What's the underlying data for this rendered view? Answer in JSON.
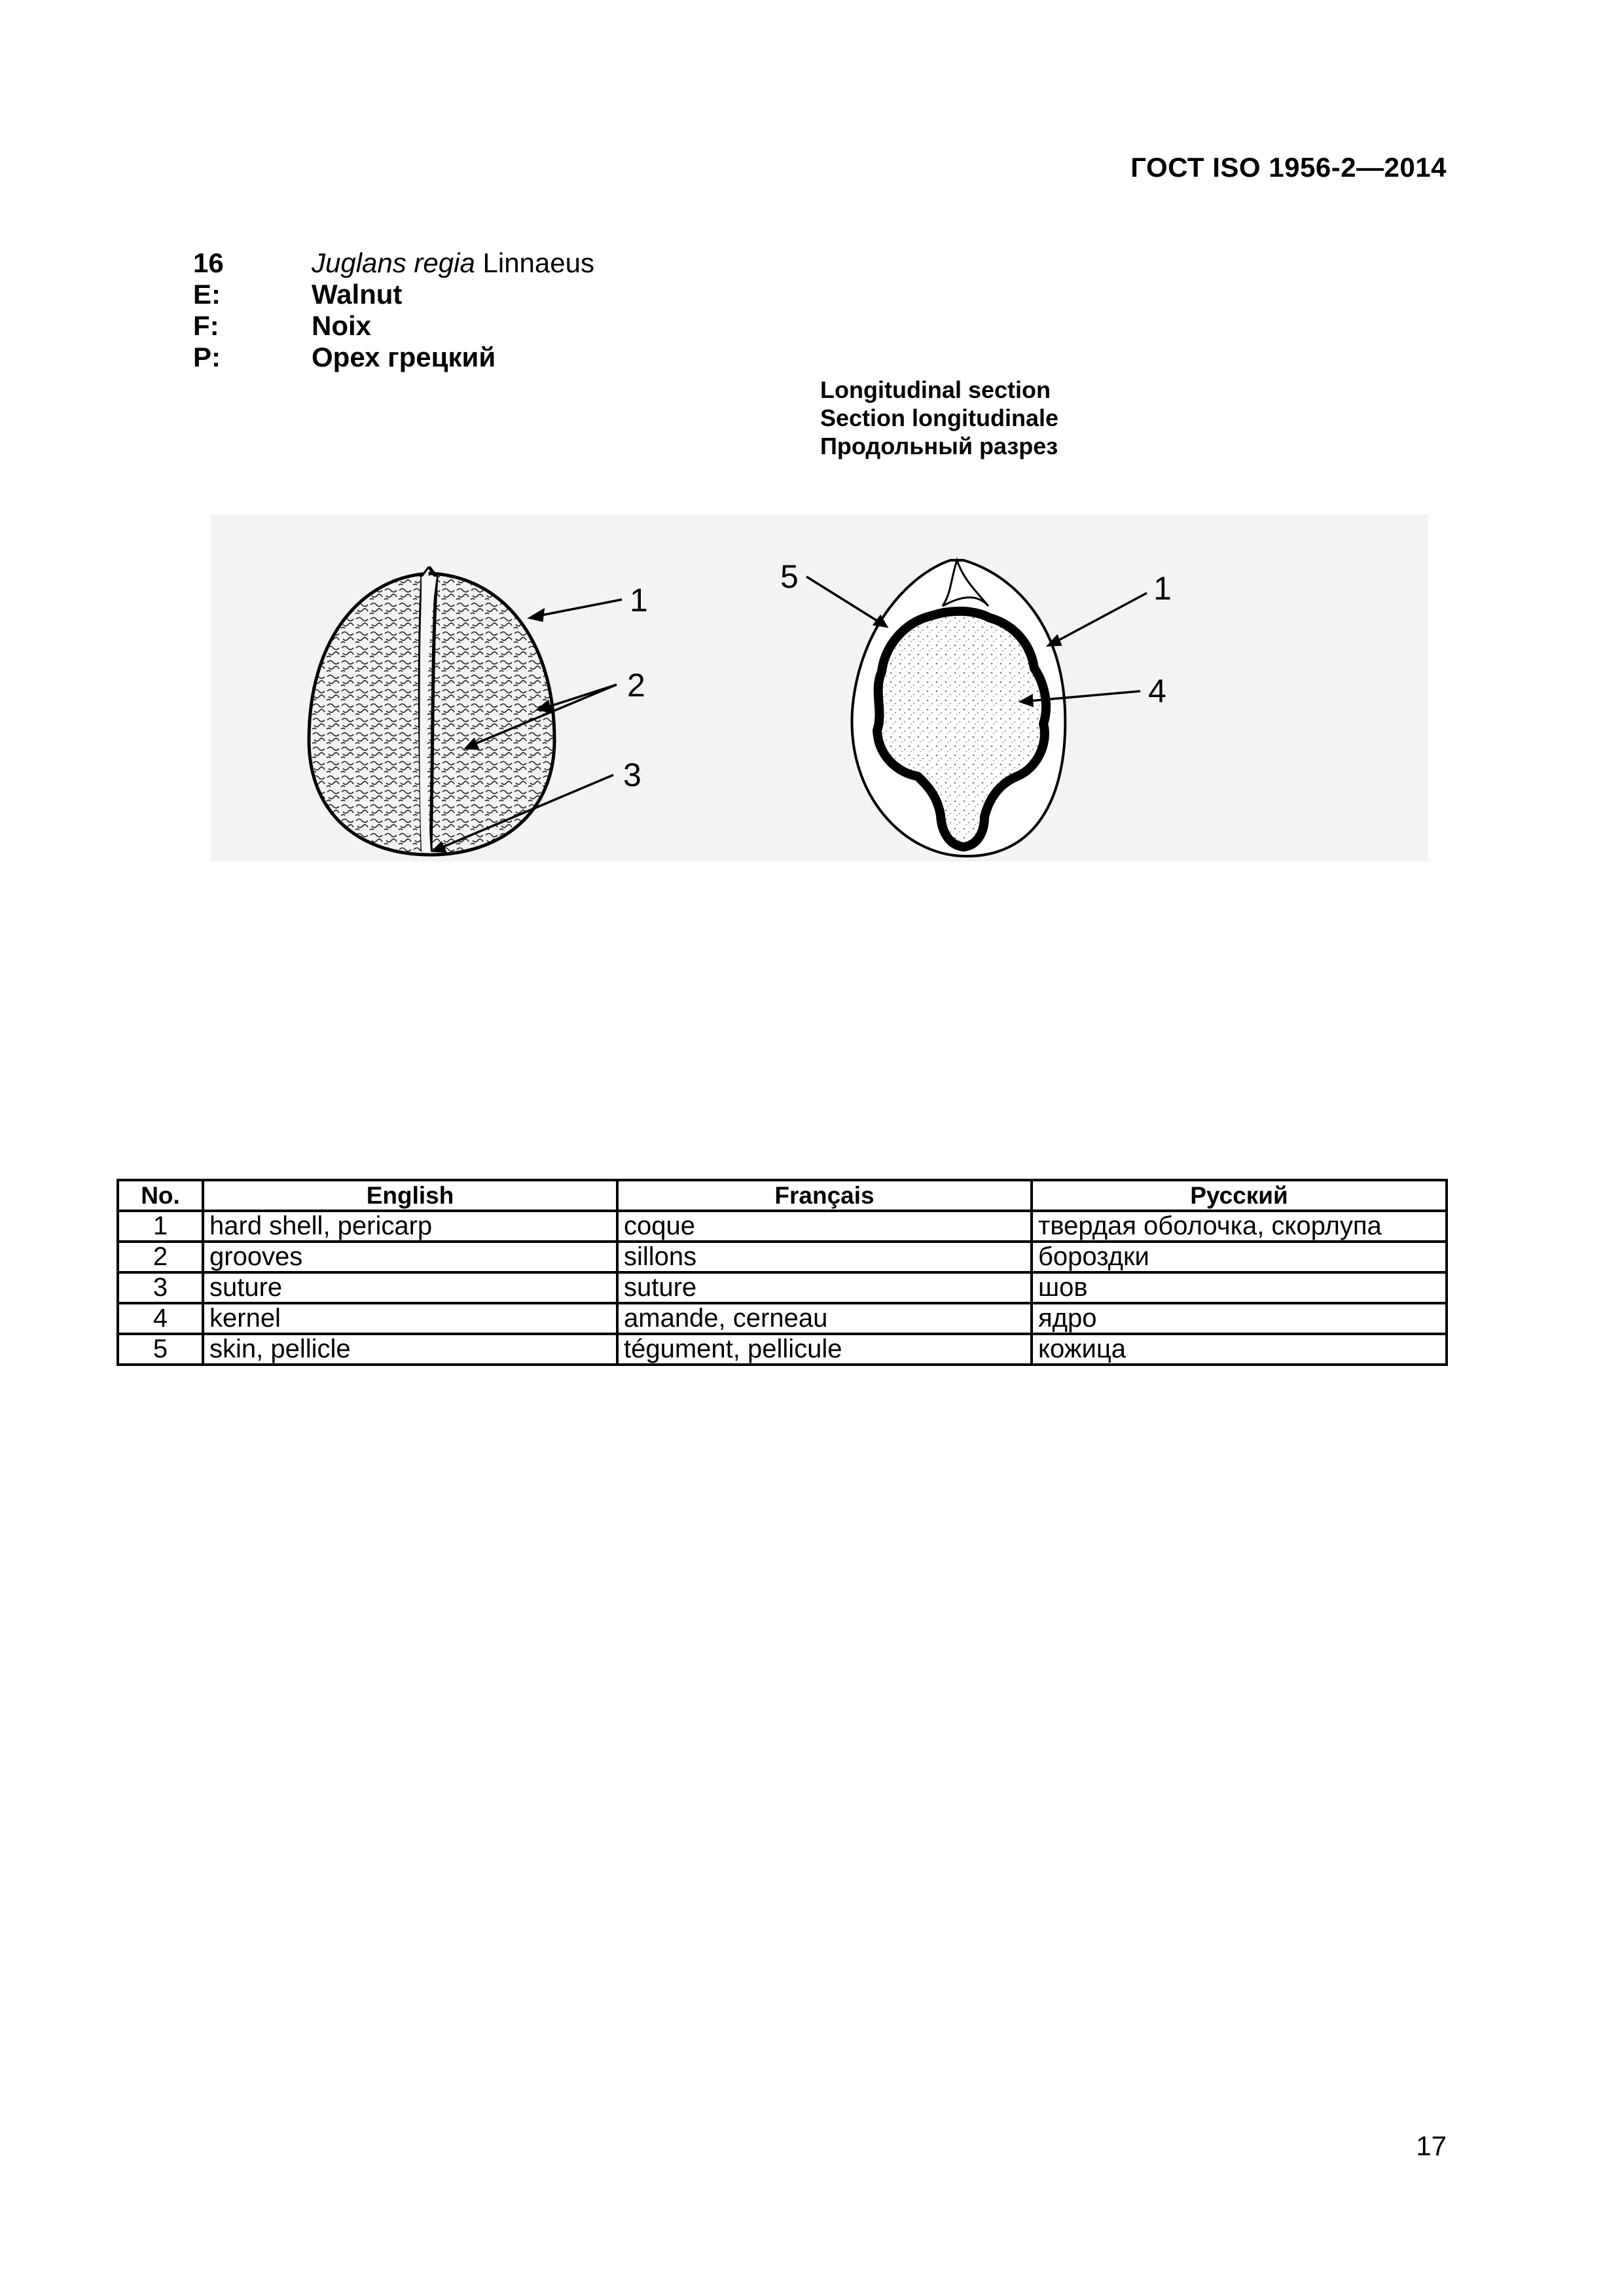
{
  "header": {
    "standard": "ГОСТ ISO 1956-2—2014"
  },
  "entry": {
    "number": "16",
    "genus_species": "Juglans regia",
    "authority": "Linnaeus",
    "lines": [
      {
        "key": "E:",
        "value": "Walnut"
      },
      {
        "key": "F:",
        "value": "Noix"
      },
      {
        "key": "P:",
        "value": "Орех грецкий"
      }
    ]
  },
  "section_caption": [
    "Longitudinal section",
    "Section longitudinale",
    "Продольный разрез"
  ],
  "figure": {
    "callouts_left": [
      "1",
      "2",
      "3"
    ],
    "callouts_right": [
      "5",
      "1",
      "4"
    ]
  },
  "table": {
    "headers": [
      "No.",
      "English",
      "Français",
      "Русский"
    ],
    "rows": [
      [
        "1",
        "hard shell, pericarp",
        "coque",
        "твердая оболочка, скорлупа"
      ],
      [
        "2",
        "grooves",
        "sillons",
        "бороздки"
      ],
      [
        "3",
        "suture",
        "suture",
        "шов"
      ],
      [
        "4",
        "kernel",
        "amande, cerneau",
        "ядро"
      ],
      [
        "5",
        "skin, pellicle",
        "tégument, pellicule",
        "кожица"
      ]
    ]
  },
  "page_number": "17"
}
